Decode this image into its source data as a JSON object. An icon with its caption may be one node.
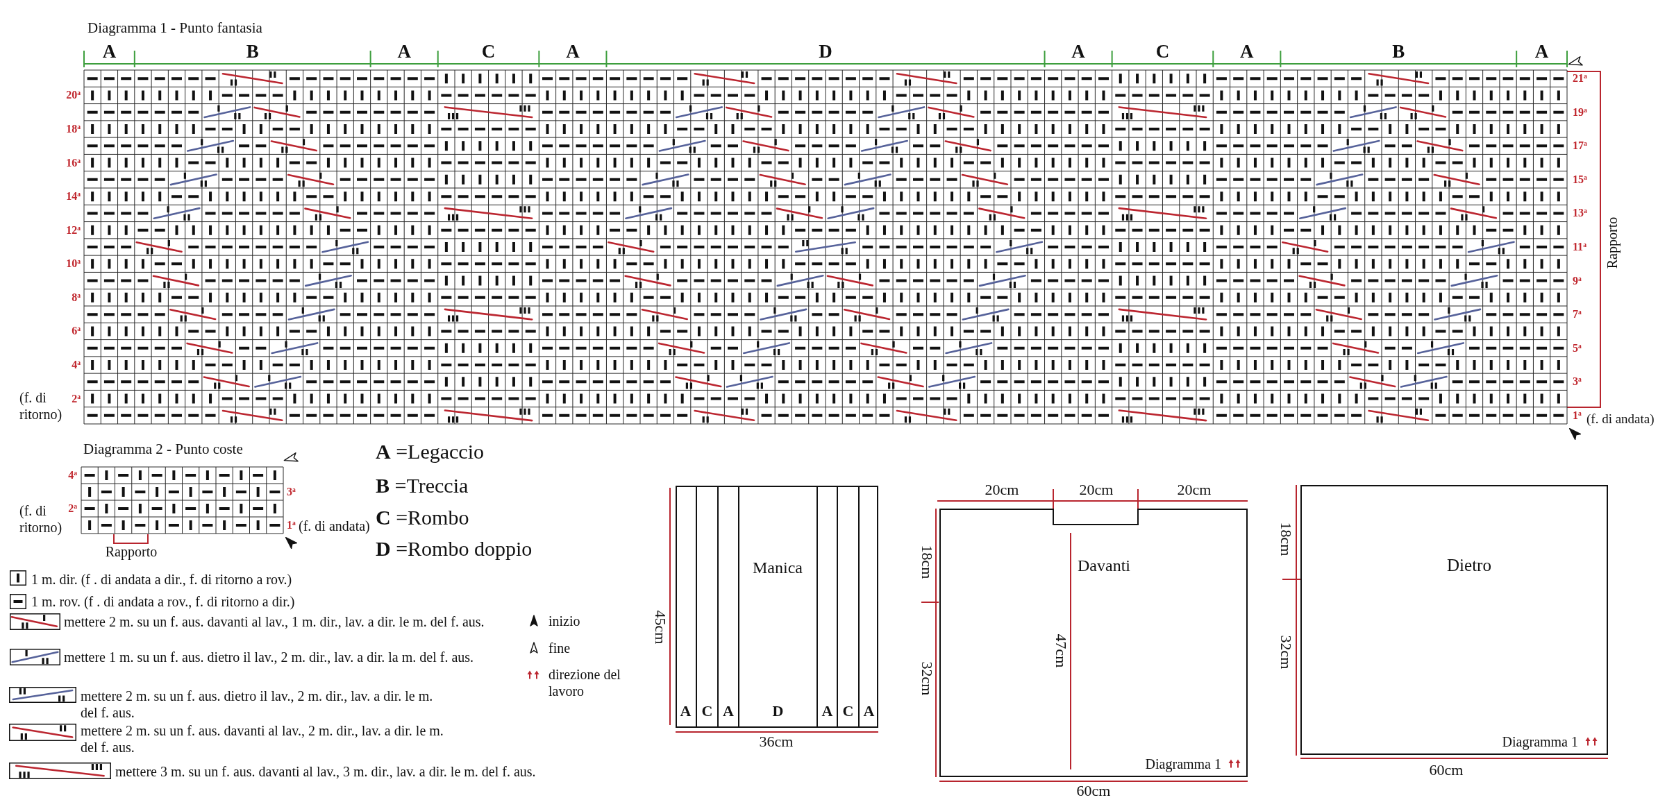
{
  "diagram": {
    "nodes": [
      {
        "text": [],
        "shape": "box"
      },
      {
        "text": [
          "A"
        ],
        "in": 0
      },
      {
        "text": [
          "C"
        ],
        "in": 0
      },
      {
        "text": [
          "A"
        ],
        "in": 0
      },
      {
        "text": [
          "Manica",
          "D"
        ],
        "in": 0
      },
      {
        "text": [
          "A"
        ],
        "in": 0
      },
      {
        "text": [
          "C"
        ],
        "in": 0
      },
      {
        "text": [
          "A"
        ],
        "in": 0
      },
      {
        "text": [
          "Davanti",
          "Diagramma 1"
        ]
      },
      {
        "text": [
          "Dietro",
          "Diagramma 1"
        ]
      }
    ],
    "labels": [
      "Diagramma 1 - Punto fantasia",
      "A",
      "B",
      "A",
      "C",
      "A",
      "D",
      "A",
      "C",
      "A",
      "B",
      "A",
      "21$^{a}$",
      "20$^{a}$",
      "19$^{a}$",
      "18$^{a}$",
      "17$^{a}$",
      "16$^{a}$",
      "15$^{a}$",
      "14$^{a}$",
      "13$^{a}$",
      "12$^{a}$",
      "11$^{a}$",
      "10$^{a}$",
      "9$^{a}$",
      "8$^{a}$",
      "7$^{a}$",
      "6$^{a}$",
      "5$^{a}$",
      "4$^{a}$",
      "3$^{a}$",
      "2$^{a}$",
      "1$^{a}$",
      "(f. di ritorno)",
      "(f. di andata)",
      "Rapporto",
      "Diagramma 2 - Punto coste",
      "4$^{a}$",
      "3$^{a}$",
      "2$^{a}$",
      "1$^{a}$",
      "(f. di ritorno)",
      "(f. di andata)",
      "Rapporto",
      "**A** =Legaccio",
      "**B** =Treccia",
      "**C** =Rombo",
      "**D** =Rombo doppio",
      "45cm",
      "36cm",
      "20cm",
      "20cm",
      "20cm",
      "18cm",
      "32cm",
      "47cm",
      "60cm",
      "18cm",
      "32cm",
      "60cm"
    ],
    "legend": [
      {
        "text": "1 m. dir. (f . di andata a dir., f. di ritorno a rov.)"
      },
      {
        "text": "1 m. rov. (f . di andata a rov., f. di ritorno a dir.)"
      },
      {
        "text": "mettere 2 m. su un f. aus. davanti al lav., 1 m. dir., lav. a dir. le m. del f. aus."
      },
      {
        "text": "mettere 1 m. su un f. aus. dietro il lav., 2 m. dir., lav. a dir. la m. del f. aus."
      },
      {
        "text": "mettere 2 m. su un f. aus. dietro il lav., 2 m. dir., lav. a dir. le m. del f. aus."
      },
      {
        "text": "mettere 2 m. su un f. aus. davanti al lav., 2 m. dir., lav. a dir. le m. del f. aus."
      },
      {
        "text": "mettere 3 m. su un f. aus. davanti al lav., 3 m. dir., lav. a dir. le m. del f. aus."
      },
      {
        "text": "inizio"
      },
      {
        "text": "fine"
      },
      {
        "text": "direzione del lavoro"
      }
    ]
  }
}
